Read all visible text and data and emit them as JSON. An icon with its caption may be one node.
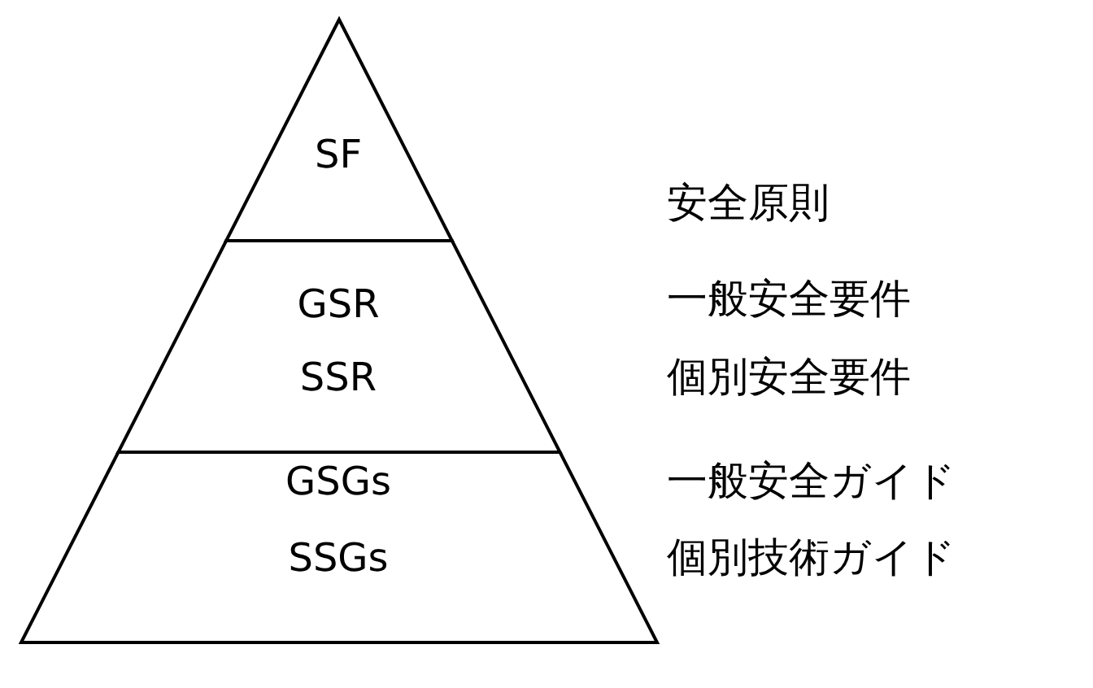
{
  "diagram": {
    "nodes": [
      {
        "text": [
          "SF"
        ]
      },
      {
        "text": [
          "GSR",
          "SSR"
        ],
        "beside": [
          "一般安全要件",
          "個別安全要件"
        ]
      },
      {
        "text": [
          "GSGs",
          "SSGs"
        ],
        "beside": [
          "一般安全ガイド",
          "個別技術ガイド"
        ]
      }
    ],
    "labels": [
      "安全原則"
    ]
  }
}
